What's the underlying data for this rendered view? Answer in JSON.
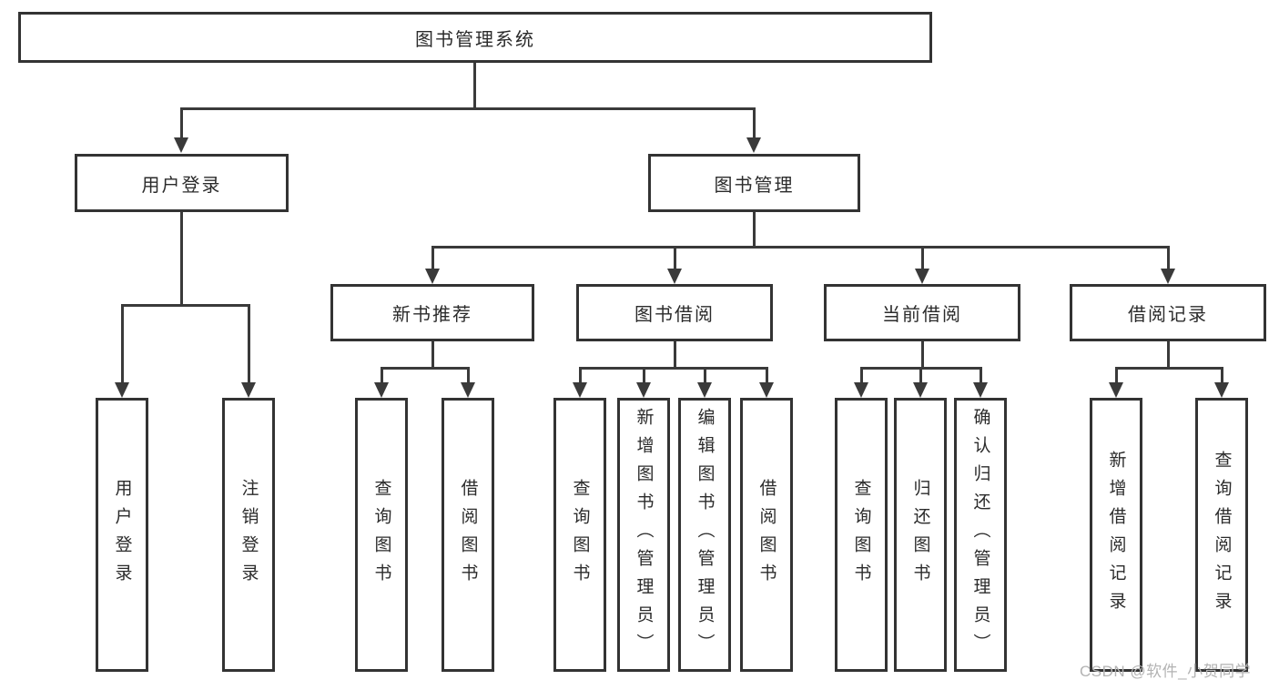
{
  "colors": {
    "line": "#3a3a3a",
    "box_border": "#333333",
    "text": "#2b2b2b",
    "background": "#ffffff",
    "watermark": "#b3b3b3"
  },
  "diagram": {
    "root": {
      "label": "图书管理系统"
    },
    "branches": [
      {
        "label": "用户登录",
        "children": [
          {
            "label": "用户登录"
          },
          {
            "label": "注销登录"
          }
        ]
      },
      {
        "label": "图书管理",
        "children": [
          {
            "label": "新书推荐",
            "children": [
              {
                "label": "查询图书"
              },
              {
                "label": "借阅图书"
              }
            ]
          },
          {
            "label": "图书借阅",
            "children": [
              {
                "label": "查询图书"
              },
              {
                "label": "新增图书（管理员）"
              },
              {
                "label": "编辑图书（管理员）"
              },
              {
                "label": "借阅图书"
              }
            ]
          },
          {
            "label": "当前借阅",
            "children": [
              {
                "label": "查询图书"
              },
              {
                "label": "归还图书"
              },
              {
                "label": "确认归还（管理员）"
              }
            ]
          },
          {
            "label": "借阅记录",
            "children": [
              {
                "label": "新增借阅记录"
              },
              {
                "label": "查询借阅记录"
              }
            ]
          }
        ]
      }
    ]
  },
  "watermark": {
    "text": "CSDN @软件_小贺同学"
  }
}
